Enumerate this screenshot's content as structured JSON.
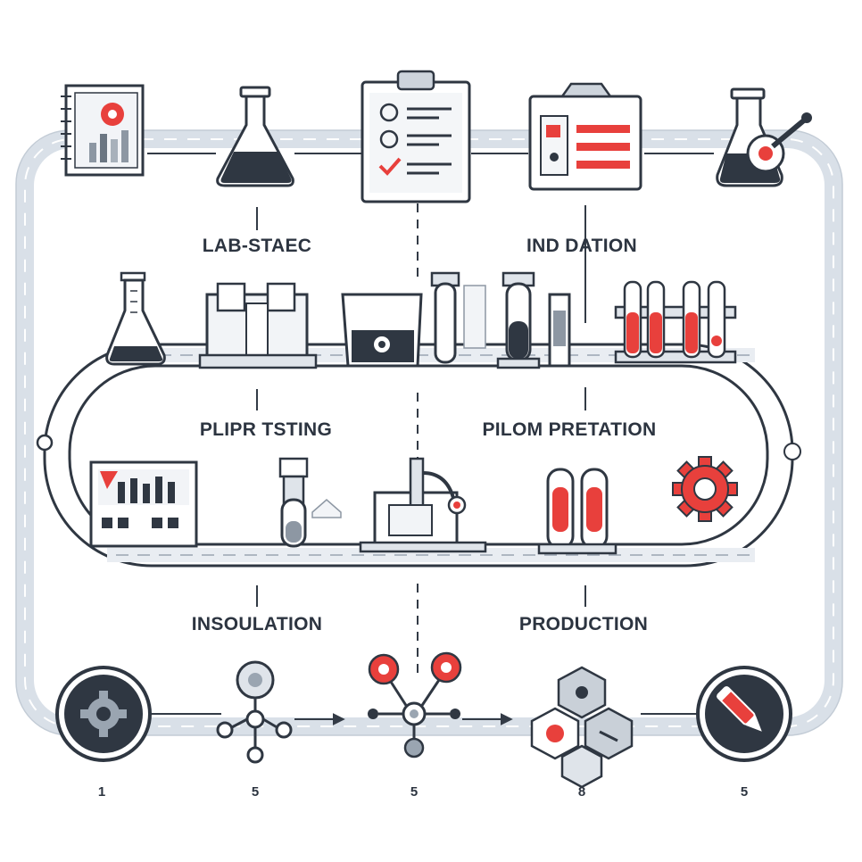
{
  "stage_labels": {
    "lab_stage": "LAB-STAEC",
    "ind_dation": "IND DATION",
    "plipr_testing": "PLIPR TSTING",
    "pilom_prepration": "PILOM PRETATION",
    "insoulation": "INSOULATION",
    "production": "PRODUCTION"
  },
  "step_numbers": [
    "1",
    "5",
    "5",
    "8",
    "5"
  ],
  "icons": {
    "top_row": [
      "notebook-icon",
      "flask-icon",
      "checklist-clipboard-icon",
      "clipboard-form-icon",
      "flask-stirrer-icon"
    ],
    "middle_row": [
      "graduated-flask-icon",
      "lab-machine-icon",
      "beaker-icon",
      "test-tube-stand-icon",
      "test-tube-rack-icon"
    ],
    "lower_row": [
      "factory-icon",
      "pipette-vial-icon",
      "production-machine-icon",
      "cylinder-tubes-icon",
      "gear-icon"
    ],
    "bottom_row": [
      "gear-circle-icon",
      "network-node-icon",
      "hub-node-icon",
      "hexagon-cluster-icon",
      "pen-circle-icon"
    ]
  },
  "colors": {
    "accent_red": "#e8403c",
    "dark": "#2c3440",
    "track_gray": "#dde3ea",
    "outline": "#333b46"
  }
}
